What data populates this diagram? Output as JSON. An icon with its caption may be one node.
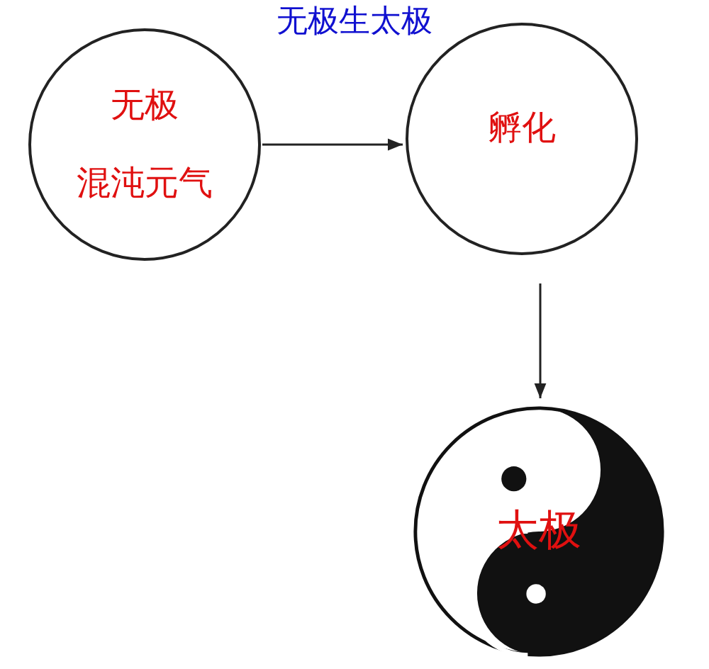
{
  "diagram": {
    "title": "无极生太极",
    "nodes": [
      {
        "text": [
          "无极",
          "混沌元气"
        ]
      },
      {
        "text": [
          "孵化"
        ]
      },
      {
        "text": [
          "太极"
        ]
      }
    ],
    "edges": [
      {
        "from": 0,
        "to": 1,
        "arrow": "to"
      },
      {
        "from": 1,
        "to": 2,
        "arrow": "to"
      }
    ]
  }
}
